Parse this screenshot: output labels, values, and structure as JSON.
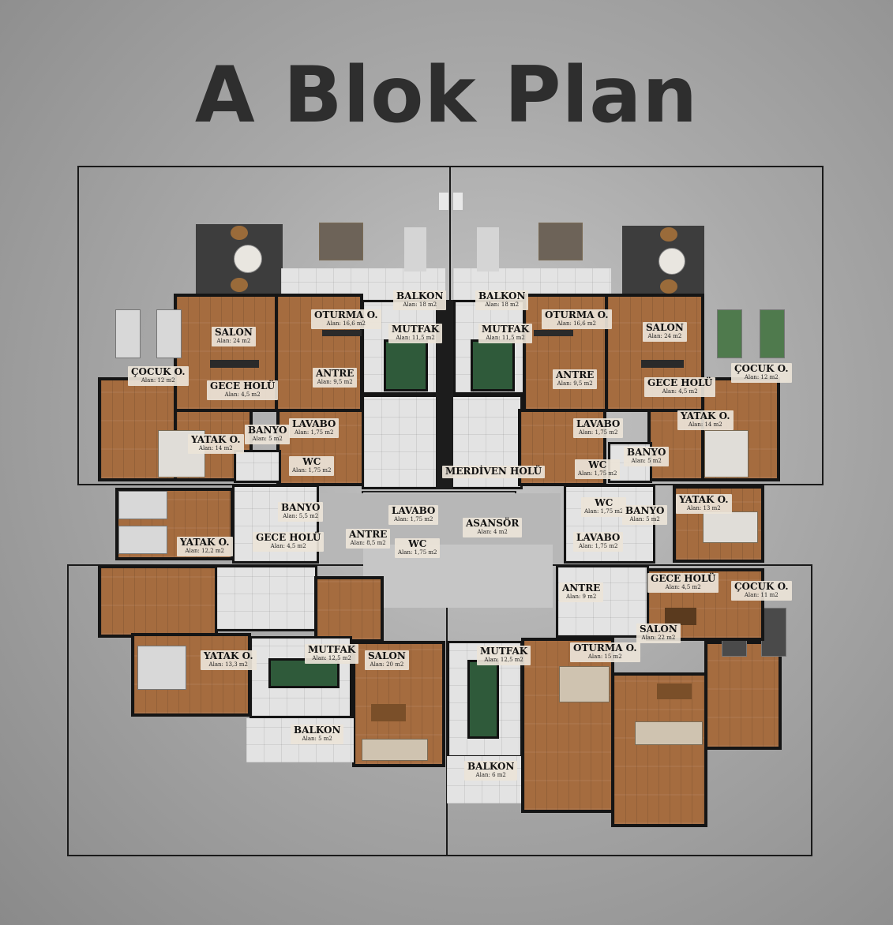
{
  "title": "A Blok Plan",
  "colors": {
    "background": "#a9a9a9",
    "wood_floor": "#a56c3f",
    "tile_floor": "#e3e3e3",
    "walls": "#151515",
    "title": "#2e2e2e"
  },
  "rooms": [
    {
      "name": "BALKON",
      "area": "Alan:          18 m2"
    },
    {
      "name": "BALKON",
      "area": "Alan:          18 m2"
    },
    {
      "name": "OTURMA O.",
      "area": "Alan:   16,6 m2"
    },
    {
      "name": "OTURMA O.",
      "area": "Alan:   16,6 m2"
    },
    {
      "name": "SALON",
      "area": "Alan:    24 m2"
    },
    {
      "name": "SALON",
      "area": "Alan:    24 m2"
    },
    {
      "name": "MUTFAK",
      "area": "Alan:    11,5 m2"
    },
    {
      "name": "MUTFAK",
      "area": "Alan:    11,5 m2"
    },
    {
      "name": "ÇOCUK O.",
      "area": "Alan:    12 m2"
    },
    {
      "name": "ÇOCUK O.",
      "area": "Alan:    12 m2"
    },
    {
      "name": "GECE HOLÜ",
      "area": "Alan:    4,5 m2"
    },
    {
      "name": "GECE HOLÜ",
      "area": "Alan:    4,5 m2"
    },
    {
      "name": "ANTRE",
      "area": "Alan:    9,5 m2"
    },
    {
      "name": "ANTRE",
      "area": "Alan:    9,5 m2"
    },
    {
      "name": "YATAK O.",
      "area": "Alan:    14 m2"
    },
    {
      "name": "YATAK O.",
      "area": "Alan:    14 m2"
    },
    {
      "name": "BANYO",
      "area": "Alan:  5 m2"
    },
    {
      "name": "BANYO",
      "area": "Alan:  5 m2"
    },
    {
      "name": "LAVABO",
      "area": "Alan:  1,75 m2"
    },
    {
      "name": "LAVABO",
      "area": "Alan:  1,75 m2"
    },
    {
      "name": "WC",
      "area": "Alan:   1,75 m2"
    },
    {
      "name": "WC",
      "area": "Alan:   1,75 m2"
    },
    {
      "name": "MERDİVEN HOLÜ",
      "area": ""
    },
    {
      "name": "BANYO",
      "area": "Alan:   5,5 m2"
    },
    {
      "name": "LAVABO",
      "area": "Alan:   1,75 m2"
    },
    {
      "name": "ASANSÖR",
      "area": "Alan:    4 m2"
    },
    {
      "name": "WC",
      "area": "Alan:  1,75 m2"
    },
    {
      "name": "BANYO",
      "area": "Alan:    5 m2"
    },
    {
      "name": "YATAK O.",
      "area": "Alan:    13 m2"
    },
    {
      "name": "YATAK O.",
      "area": "Alan:    12,2 m2"
    },
    {
      "name": "GECE HOLÜ",
      "area": "Alan:   4,5 m2"
    },
    {
      "name": "ANTRE",
      "area": "Alan:   8,5 m2"
    },
    {
      "name": "WC",
      "area": "Alan:   1,75 m2"
    },
    {
      "name": "LAVABO",
      "area": "Alan:  1,75 m2"
    },
    {
      "name": "ANTRE",
      "area": "Alan:    9 m2"
    },
    {
      "name": "GECE HOLÜ",
      "area": "Alan:    4,5 m2"
    },
    {
      "name": "ÇOCUK O.",
      "area": "Alan:    11 m2"
    },
    {
      "name": "SALON",
      "area": "Alan:    22 m2"
    },
    {
      "name": "YATAK O.",
      "area": "Alan:    13,3 m2"
    },
    {
      "name": "MUTFAK",
      "area": "Alan:    12,5 m2"
    },
    {
      "name": "SALON",
      "area": "Alan:    20 m2"
    },
    {
      "name": "MUTFAK",
      "area": "Alan:    12,5 m2"
    },
    {
      "name": "OTURMA O.",
      "area": "Alan:    15 m2"
    },
    {
      "name": "BALKON",
      "area": "Alan:      5 m2"
    },
    {
      "name": "BALKON",
      "area": "Alan:    6 m2"
    }
  ]
}
